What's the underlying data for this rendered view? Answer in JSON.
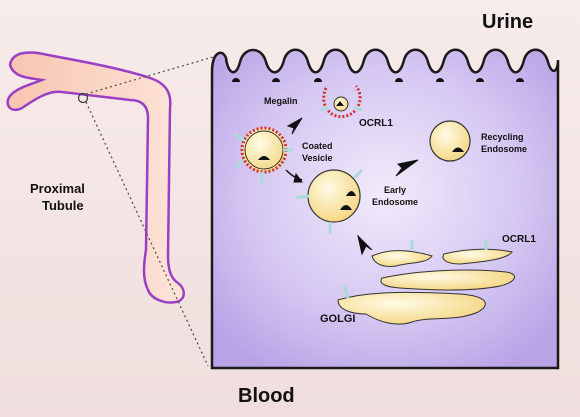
{
  "labels": {
    "urine": "Urine",
    "blood": "Blood",
    "proximal": "Proximal",
    "tubule": "Tubule",
    "megalin": "Megalin",
    "ocrl1_top": "OCRL1",
    "coated": "Coated",
    "vesicle": "Vesicle",
    "recycling": "Recycling",
    "endosome_recycling": "Endosome",
    "early": "Early",
    "endosome_early": "Endosome",
    "ocrl1_golgi": "OCRL1",
    "golgi": "GOLGI"
  },
  "colors": {
    "cell_fill": "#c9b6ee",
    "cell_edge": "#1a1a1a",
    "tubule_fill": "#f6c9b8",
    "tubule_edge": "#9b3fc4",
    "organelle_fill": "#f6dc90",
    "receptor": "#a8dcd8",
    "ocrl1_dots": "#d32f2f"
  }
}
